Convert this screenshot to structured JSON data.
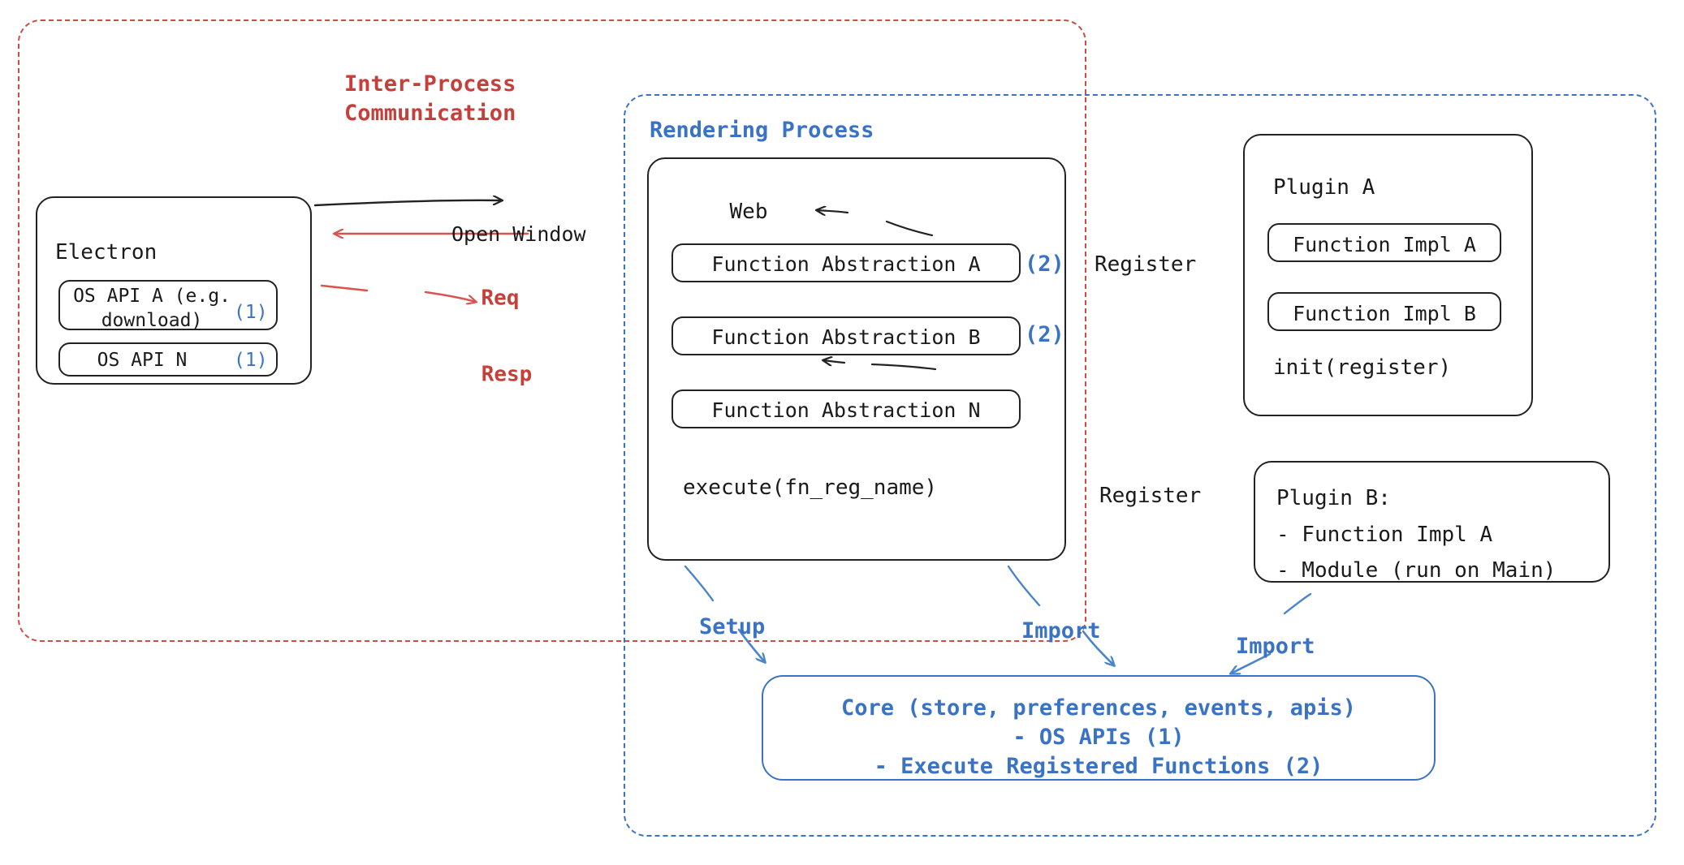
{
  "diagram": {
    "title": "Electron plugin architecture",
    "colors": {
      "red": "#c6403b",
      "blue": "#3b73c4",
      "black": "#1a1a1a",
      "region_red": "#cf4b44",
      "region_blue": "#3b73c4"
    }
  },
  "regions": {
    "ipc": {
      "label": "Inter-Process\nCommunication"
    },
    "renderer": {
      "label": "Rendering Process"
    }
  },
  "electron": {
    "title": "Electron",
    "apis": [
      {
        "label": "OS API A (e.g.\ndownload)",
        "marker": "(1)"
      },
      {
        "label": "OS API N",
        "marker": "(1)"
      }
    ]
  },
  "web": {
    "title": "Web",
    "abstractions": [
      {
        "label": "Function Abstraction A",
        "marker": "(2)"
      },
      {
        "label": "Function Abstraction B",
        "marker": "(2)"
      },
      {
        "label": "Function Abstraction N",
        "marker": ""
      }
    ],
    "footer": "execute(fn_reg_name)"
  },
  "plugin_a": {
    "title": "Plugin A",
    "functions": [
      "Function Impl A",
      "Function Impl B"
    ],
    "footer": "init(register)"
  },
  "plugin_b": {
    "title": "Plugin B:",
    "lines": [
      "- Function Impl A",
      "- Module (run on Main)"
    ]
  },
  "core": {
    "lines": [
      "Core (store, preferences, events, apis)",
      "- OS APIs (1)",
      "- Execute Registered Functions (2)"
    ]
  },
  "arrows": {
    "open_window": "Open Window",
    "req": "Req",
    "resp": "Resp",
    "register_a": "Register",
    "register_b": "Register",
    "setup": "Setup",
    "import_web": "Import",
    "import_plugin": "Import"
  }
}
